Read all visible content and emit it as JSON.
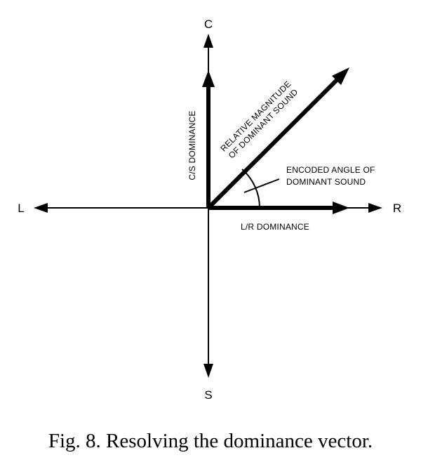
{
  "diagram": {
    "axes": {
      "up": "C",
      "down": "S",
      "left": "L",
      "right": "R"
    },
    "labels": {
      "cs_dominance": "C/S DOMINANCE",
      "lr_dominance": "L/R DOMINANCE",
      "magnitude_line1": "RELATIVE MAGNITUDE",
      "magnitude_line2": "OF DOMINANT SOUND",
      "angle_line1": "ENCODED ANGLE OF",
      "angle_line2": "DOMINANT SOUND"
    }
  },
  "caption": "Fig. 8.  Resolving the dominance vector."
}
